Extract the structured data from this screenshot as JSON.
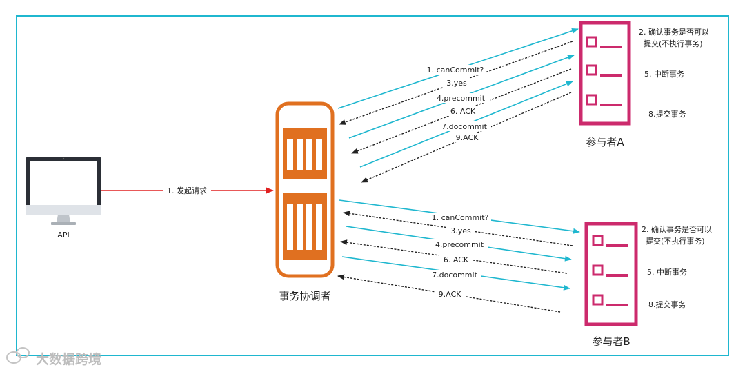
{
  "client": {
    "label": "API"
  },
  "request": {
    "label": "1. 发起请求"
  },
  "coordinator": {
    "label": "事务协调者"
  },
  "participant_a": {
    "label": "参与者A",
    "notes": [
      "2. 确认事务是否可以",
      "提交(不执行事务)",
      "5. 中断事务",
      "8.提交事务"
    ]
  },
  "participant_b": {
    "label": "参与者B",
    "notes": [
      "2. 确认事务是否可以",
      "提交(不执行事务)",
      "5. 中断事务",
      "8.提交事务"
    ]
  },
  "messages_a": [
    "1. canCommit?",
    "3.yes",
    "4.precommit",
    "6. ACK",
    "7.docommit",
    "9.ACK"
  ],
  "messages_b": [
    "1. canCommit?",
    "3.yes",
    "4.precommit",
    "6. ACK",
    "7.docommit",
    "9.ACK"
  ],
  "watermark": "大数据跨境",
  "colors": {
    "cyan": "#1fb7cf",
    "orange": "#e07020",
    "pink": "#cc2a6c",
    "red": "#e02020",
    "dark": "#222222"
  }
}
